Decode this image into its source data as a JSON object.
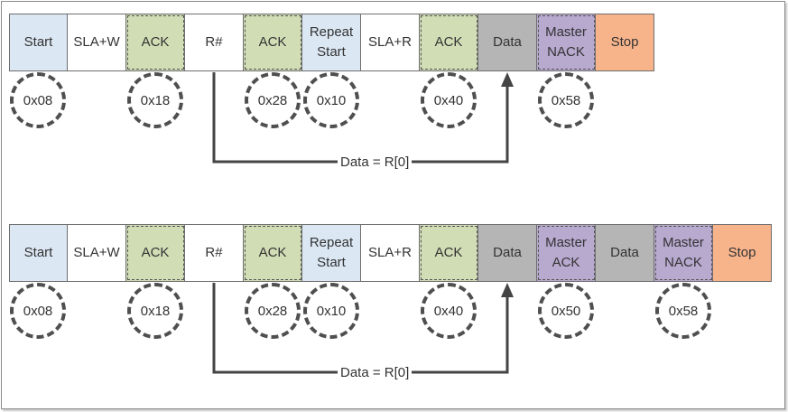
{
  "rows": [
    {
      "segments": [
        "Start",
        "SLA+W",
        "ACK",
        "R#",
        "ACK",
        "Repeat\nStart",
        "SLA+R",
        "ACK",
        "Data",
        "Master\nNACK",
        "Stop"
      ],
      "codes": [
        "0x08",
        "0x18",
        "0x28",
        "0x10",
        "0x40",
        "0x58"
      ],
      "arrow_label": "Data = R[0]"
    },
    {
      "segments": [
        "Start",
        "SLA+W",
        "ACK",
        "R#",
        "ACK",
        "Repeat\nStart",
        "SLA+R",
        "ACK",
        "Data",
        "Master\nACK",
        "Data",
        "Master\nNACK",
        "Stop"
      ],
      "codes": [
        "0x08",
        "0x18",
        "0x28",
        "0x10",
        "0x40",
        "0x50",
        "0x58"
      ],
      "arrow_label": "Data = R[0]"
    }
  ],
  "colors": {
    "start": "#dbe7f3",
    "plain": "#ffffff",
    "ack": "#d1ddb5",
    "data": "#b5b5b5",
    "master": "#b8a9cf",
    "stop": "#f7b48b"
  }
}
